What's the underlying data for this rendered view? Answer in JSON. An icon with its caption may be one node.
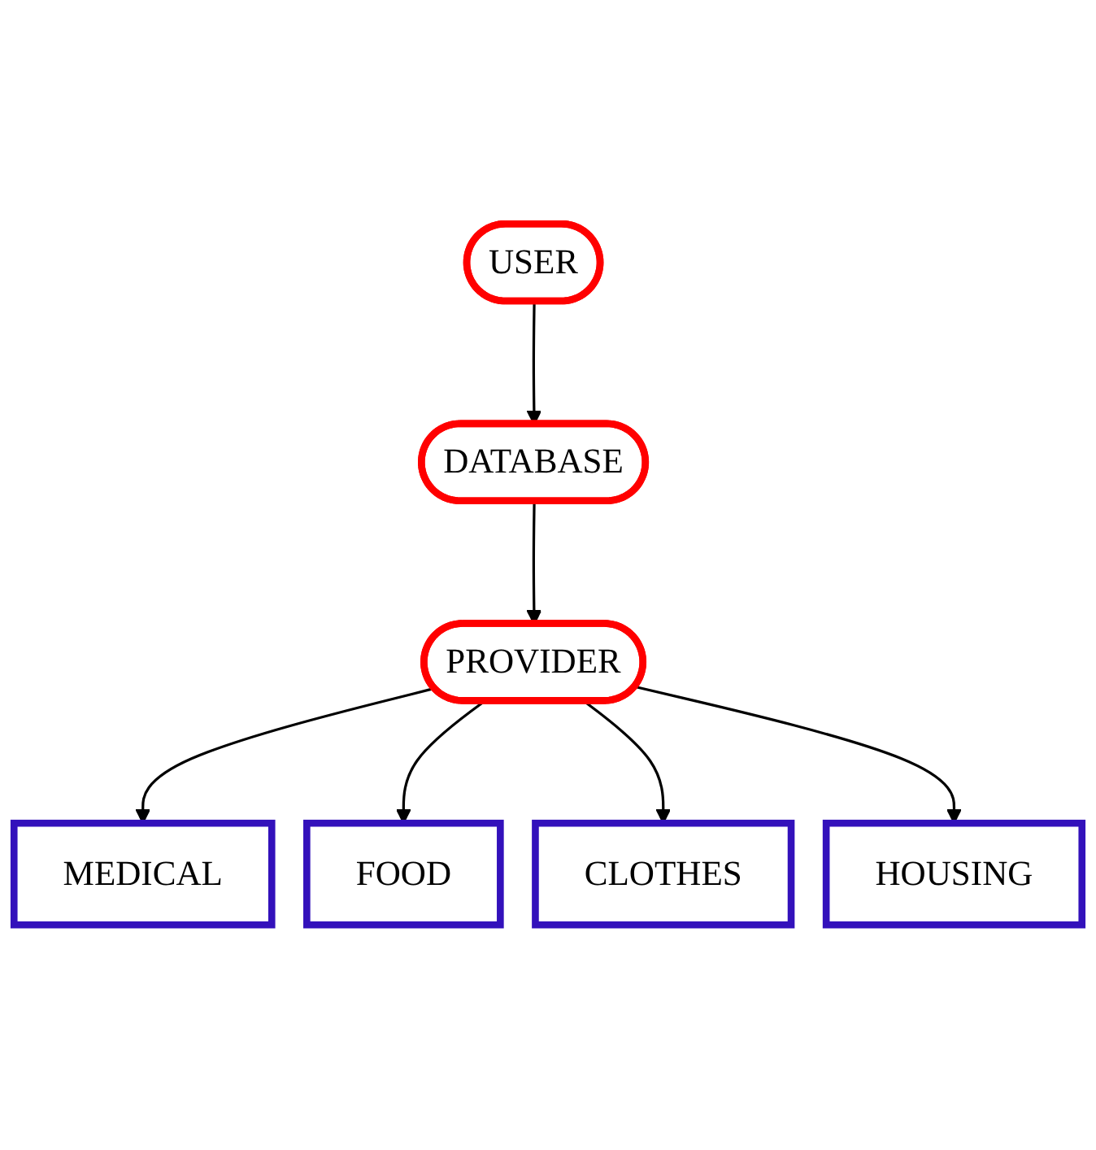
{
  "diagram": {
    "nodes": [
      {
        "text": [
          "USER"
        ]
      },
      {
        "text": [
          "DATABASE"
        ]
      },
      {
        "text": [
          "PROVIDER"
        ]
      },
      {
        "text": [
          "MEDICAL"
        ]
      },
      {
        "text": [
          "FOOD"
        ]
      },
      {
        "text": [
          "CLOTHES"
        ]
      },
      {
        "text": [
          "HOUSING"
        ]
      }
    ],
    "edges": [
      {
        "from": 0,
        "to": 1,
        "arrow": "to"
      },
      {
        "from": 1,
        "to": 2,
        "arrow": "to"
      },
      {
        "from": 2,
        "to": 3,
        "arrow": "to"
      },
      {
        "from": 2,
        "to": 4,
        "arrow": "to"
      },
      {
        "from": 2,
        "to": 5,
        "arrow": "to"
      },
      {
        "from": 2,
        "to": 6,
        "arrow": "to"
      }
    ]
  }
}
